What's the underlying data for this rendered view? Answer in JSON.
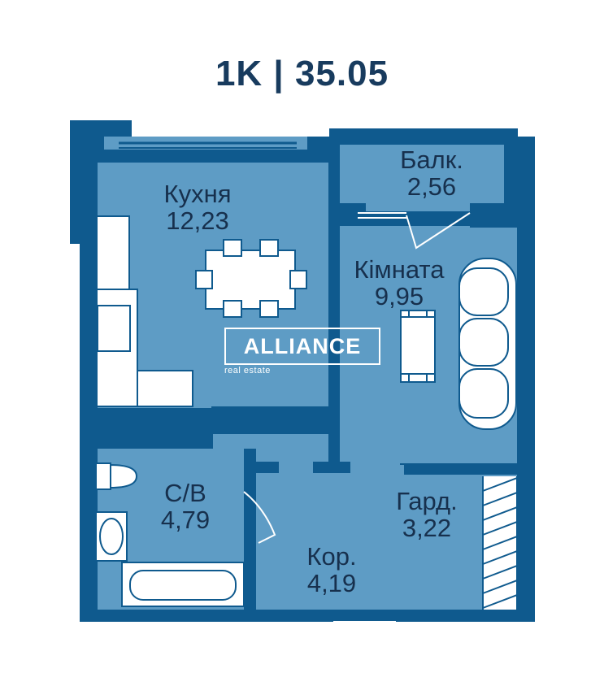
{
  "title": "1K | 35.05",
  "colors": {
    "wall": "#0f5a8e",
    "floor": "#5e9cc5",
    "furniture": "#ffffff",
    "text": "#17304d",
    "title": "#183b5e"
  },
  "rooms": [
    {
      "name": "Кухня",
      "area": "12,23"
    },
    {
      "name": "Балк.",
      "area": "2,56"
    },
    {
      "name": "Кімната",
      "area": "9,95"
    },
    {
      "name": "С/В",
      "area": "4,79"
    },
    {
      "name": "Гард.",
      "area": "3,22"
    },
    {
      "name": "Кор.",
      "area": "4,19"
    }
  ],
  "logo": {
    "brand": "ALLIANCE",
    "tagline": "real estate"
  }
}
